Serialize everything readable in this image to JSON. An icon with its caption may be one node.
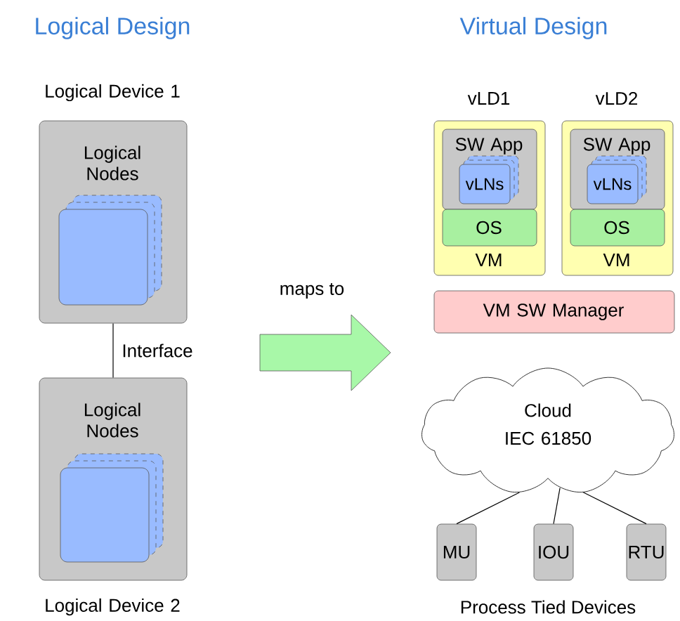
{
  "diagram": {
    "nodes": [
      {
        "text": [
          "Logical Device 1",
          "Logical Nodes"
        ]
      },
      {
        "text": [],
        "shape": "box",
        "in": 0
      },
      {
        "text": [
          "Logical Nodes",
          "Logical Device 2"
        ]
      },
      {
        "text": [],
        "shape": "box",
        "in": 2
      },
      {
        "text": [
          "vLD1",
          "VM"
        ]
      },
      {
        "text": [
          "SW App"
        ],
        "in": 4
      },
      {
        "text": [
          "vLNs"
        ],
        "in": 5
      },
      {
        "text": [
          "OS"
        ],
        "in": 4
      },
      {
        "text": [
          "vLD2",
          "VM"
        ]
      },
      {
        "text": [
          "SW App"
        ],
        "in": 8
      },
      {
        "text": [
          "vLNs"
        ],
        "in": 9
      },
      {
        "text": [
          "OS"
        ],
        "in": 8
      },
      {
        "text": [
          "VM SW Manager"
        ]
      },
      {
        "text": [
          "Cloud",
          "IEC 61850"
        ]
      },
      {
        "text": [
          "MU"
        ]
      },
      {
        "text": [
          "IOU"
        ]
      },
      {
        "text": [
          "RTU"
        ]
      }
    ],
    "edges": [
      {
        "from": 0,
        "to": 2,
        "arrow": "none",
        "label": "Interface"
      },
      {
        "from": 13,
        "to": 14,
        "arrow": "none"
      },
      {
        "from": 13,
        "to": 15,
        "arrow": "none"
      },
      {
        "from": 13,
        "to": 16,
        "arrow": "none"
      }
    ],
    "labels": [
      "Logical Design",
      "Virtual Design",
      "maps to",
      "Process Tied Devices"
    ]
  }
}
